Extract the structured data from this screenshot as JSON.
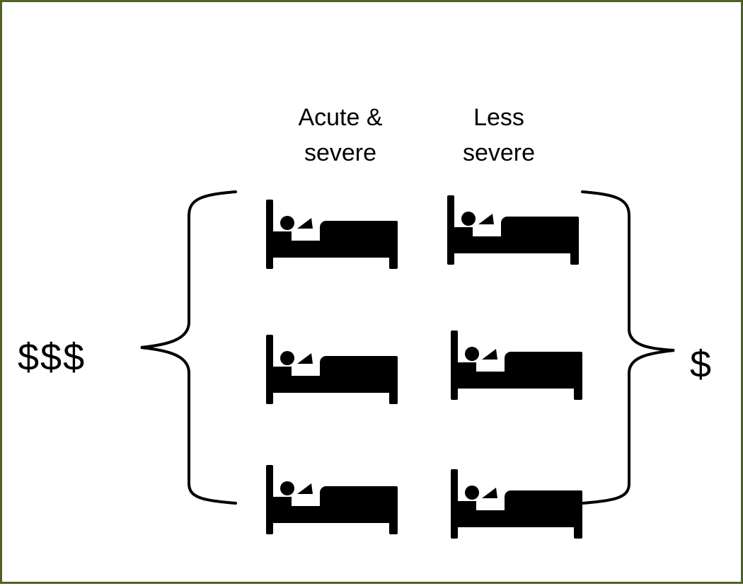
{
  "columns": [
    {
      "line1": "Acute &",
      "line2": "severe"
    },
    {
      "line1": "Less",
      "line2": "severe"
    }
  ],
  "cost_left": "$$$",
  "cost_right": "$",
  "icons": {
    "bed": "bed-with-patient-icon"
  },
  "colors": {
    "border": "#4f6228",
    "ink": "#000000",
    "background": "#ffffff"
  }
}
